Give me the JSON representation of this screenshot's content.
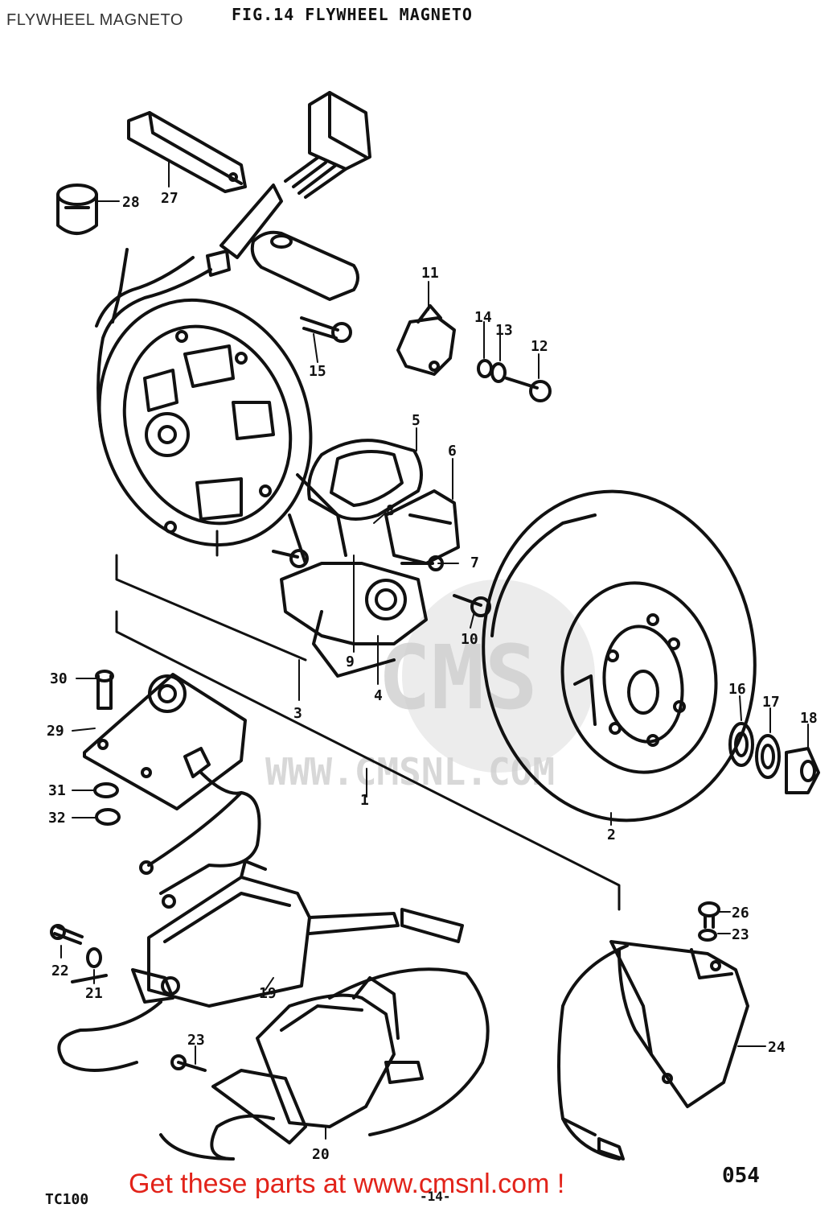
{
  "page_label": "FLYWHEEL MAGNETO",
  "figure_title": "FIG.14  FLYWHEEL MAGNETO",
  "watermark_text": "CMS",
  "watermark_url": "WWW.CMSNL.COM",
  "footer_banner": "Get these parts at www.cmsnl.com !",
  "model_code": "TC100",
  "page_number": "054",
  "page_mark": "-14-",
  "part_callouts": [
    {
      "id": "c1",
      "label": "1"
    },
    {
      "id": "c2",
      "label": "2"
    },
    {
      "id": "c3",
      "label": "3"
    },
    {
      "id": "c4",
      "label": "4"
    },
    {
      "id": "c5",
      "label": "5"
    },
    {
      "id": "c6",
      "label": "6"
    },
    {
      "id": "c7",
      "label": "7"
    },
    {
      "id": "c8",
      "label": "8"
    },
    {
      "id": "c9",
      "label": "9"
    },
    {
      "id": "c10",
      "label": "10"
    },
    {
      "id": "c11",
      "label": "11"
    },
    {
      "id": "c12",
      "label": "12"
    },
    {
      "id": "c13",
      "label": "13"
    },
    {
      "id": "c14",
      "label": "14"
    },
    {
      "id": "c15",
      "label": "15"
    },
    {
      "id": "c16",
      "label": "16"
    },
    {
      "id": "c17",
      "label": "17"
    },
    {
      "id": "c18",
      "label": "18"
    },
    {
      "id": "c19",
      "label": "19"
    },
    {
      "id": "c20",
      "label": "20"
    },
    {
      "id": "c21",
      "label": "21"
    },
    {
      "id": "c22",
      "label": "22"
    },
    {
      "id": "c23a",
      "label": "23"
    },
    {
      "id": "c23b",
      "label": "23"
    },
    {
      "id": "c24",
      "label": "24"
    },
    {
      "id": "c26",
      "label": "26"
    },
    {
      "id": "c27",
      "label": "27"
    },
    {
      "id": "c28",
      "label": "28"
    },
    {
      "id": "c29",
      "label": "29"
    },
    {
      "id": "c30",
      "label": "30"
    },
    {
      "id": "c31",
      "label": "31"
    },
    {
      "id": "c32",
      "label": "32"
    }
  ]
}
